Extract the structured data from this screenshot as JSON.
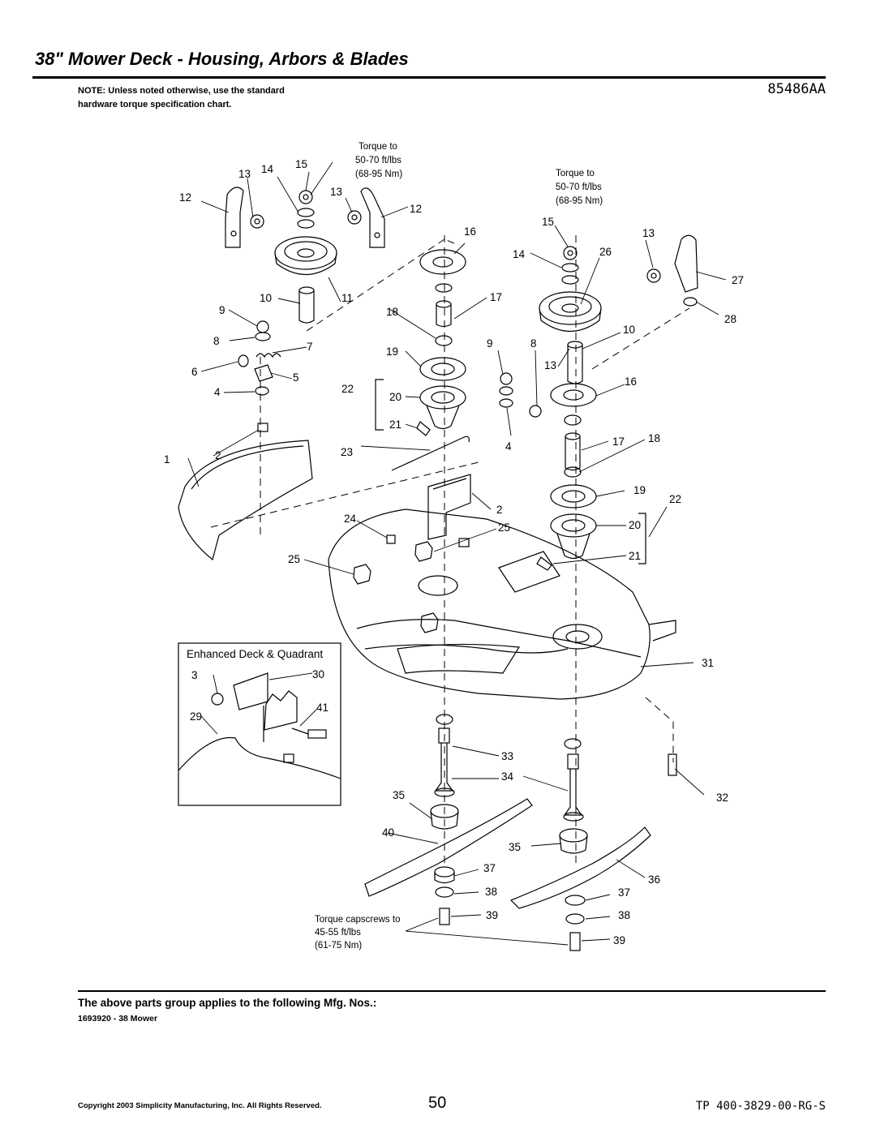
{
  "header": {
    "title": "38\" Mower Deck - Housing, Arbors & Blades",
    "diagram_code": "85486AA",
    "note": "NOTE: Unless noted otherwise, use the standard hardware torque specification chart."
  },
  "callouts": {
    "torque_left": [
      "Torque to",
      "50-70 ft/lbs",
      "(68-95 Nm)"
    ],
    "torque_right": [
      "Torque to",
      "50-70 ft/lbs",
      "(68-95 Nm)"
    ],
    "torque_blades": [
      "Torque capscrews to",
      "45-55 ft/lbs",
      "(61-75 Nm)"
    ],
    "inset_title": "Enhanced Deck & Quadrant"
  },
  "part_numbers": [
    "1",
    "2",
    "3",
    "4",
    "5",
    "6",
    "7",
    "8",
    "9",
    "10",
    "11",
    "12",
    "13",
    "14",
    "15",
    "16",
    "17",
    "18",
    "19",
    "20",
    "21",
    "22",
    "23",
    "24",
    "25",
    "26",
    "27",
    "28",
    "29",
    "30",
    "31",
    "32",
    "33",
    "34",
    "35",
    "36",
    "37",
    "38",
    "39",
    "40",
    "41"
  ],
  "footer": {
    "applies_heading": "The above parts group applies to the following Mfg. Nos.:",
    "mfg_number": "1693920 - 38  Mower",
    "copyright": "Copyright 2003 Simplicity Manufacturing, Inc. All Rights Reserved.",
    "page_number": "50",
    "doc_number": "TP 400-3829-00-RG-S"
  }
}
